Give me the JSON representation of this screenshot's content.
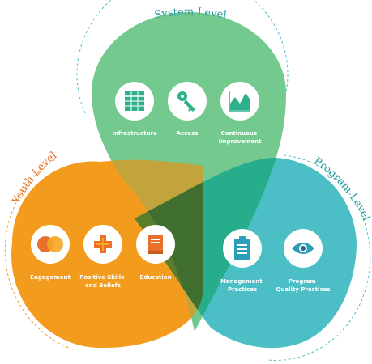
{
  "colors": {
    "system": "#74c98e",
    "youth": "#f29b1d",
    "program": "#4cbfc6",
    "system_youth": "#c1a43b",
    "system_program": "#27ad8c",
    "youth_program": "#5b7c2a",
    "center": "#3f6e2e",
    "label_system": "#2a9aa0",
    "label_program": "#2a9aa0",
    "label_youth": "#e8702a",
    "dash_system": "#4cbfc6",
    "dash_program": "#4cbfc6",
    "dash_youth": "#f29b1d"
  },
  "levels": {
    "system": {
      "title": "System Level",
      "items": [
        {
          "icon": "table-icon",
          "label_lines": [
            "Infrastructure"
          ]
        },
        {
          "icon": "key-icon",
          "label_lines": [
            "Access"
          ]
        },
        {
          "icon": "line-chart-icon",
          "label_lines": [
            "Continuous",
            "Improvement"
          ]
        }
      ]
    },
    "youth": {
      "title": "Youth Level",
      "items": [
        {
          "icon": "overlapping-circles-icon",
          "label_lines": [
            "Engagement"
          ]
        },
        {
          "icon": "plus-cross-icon",
          "label_lines": [
            "Positive Skills",
            "and Beliefs"
          ]
        },
        {
          "icon": "book-icon",
          "label_lines": [
            "Education"
          ]
        }
      ]
    },
    "program": {
      "title": "Program Level",
      "items": [
        {
          "icon": "clipboard-icon",
          "label_lines": [
            "Management",
            "Practices"
          ]
        },
        {
          "icon": "eye-icon",
          "label_lines": [
            "Program",
            "Quality Practices"
          ]
        }
      ]
    }
  }
}
